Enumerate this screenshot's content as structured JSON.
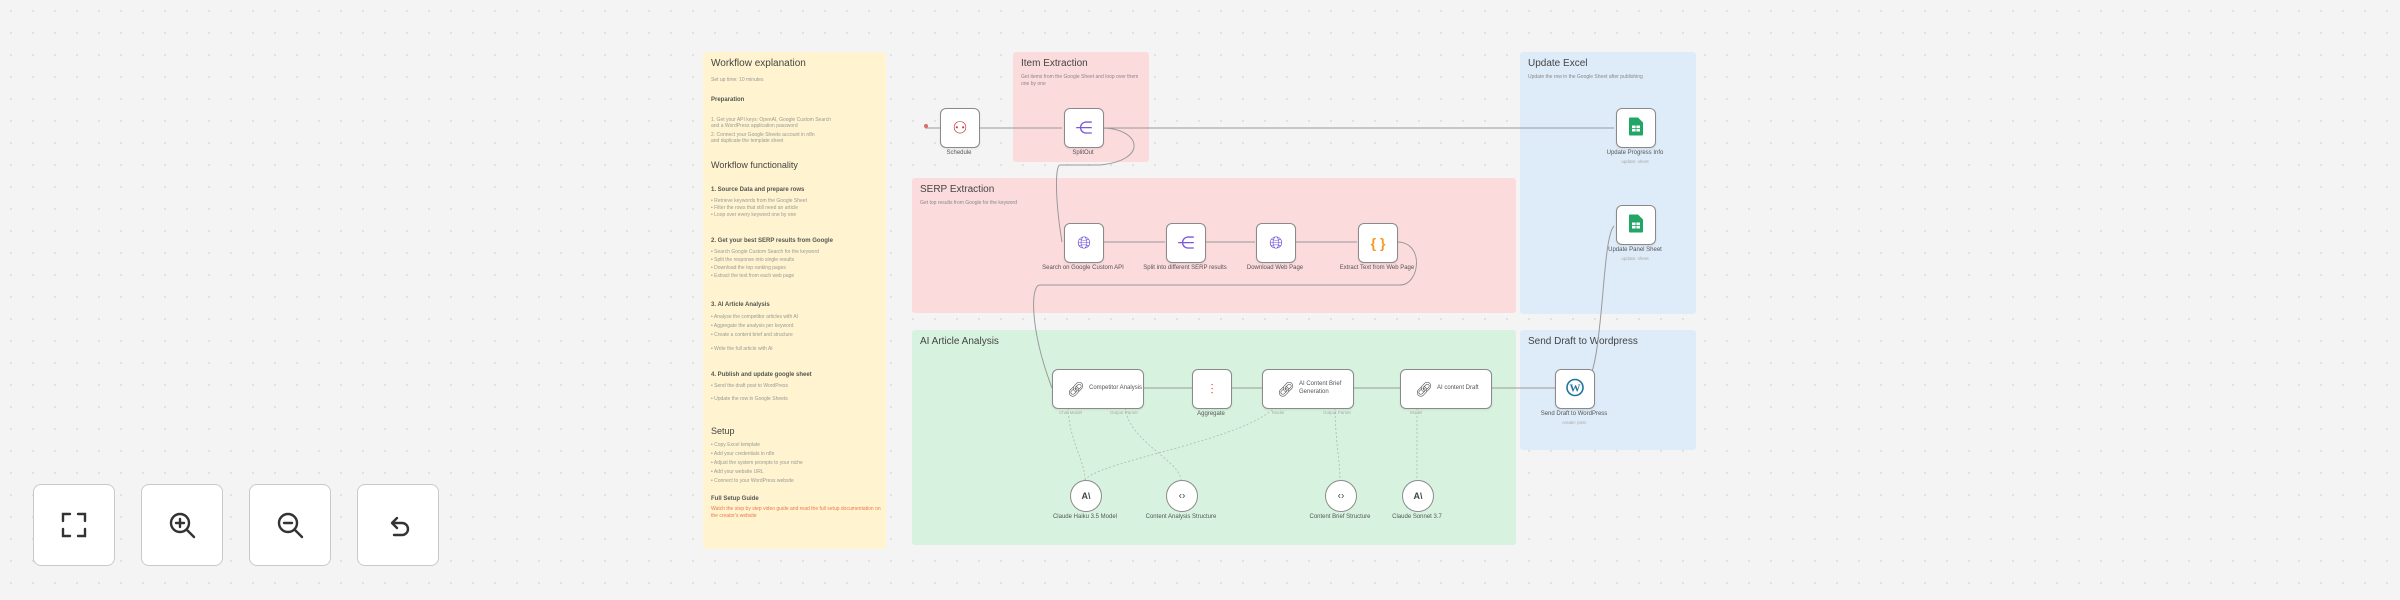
{
  "canvas": {
    "background": "#f4f4f4"
  },
  "note": {
    "title": "Workflow explanation",
    "subtitle": "Set up time: 10 minutes",
    "preparation_heading": "Preparation",
    "preparation_items": [
      "1. Get your API keys: OpenAI, Google Custom Search",
      "   and a WordPress application password",
      "2. Connect your Google Sheets account in n8n",
      "   and duplicate the template sheet"
    ],
    "functionality_title": "Workflow functionality",
    "step1_heading": "1. Source Data and prepare rows",
    "step1_items": [
      "• Retrieve keywords from the Google Sheet",
      "• Filter the rows that still need an article",
      "• Loop over every keyword one by one"
    ],
    "step2_heading": "2. Get your best SERP results from Google",
    "step2_items": [
      "• Search Google Custom Search for the keyword",
      "• Split the response into single results",
      "• Download the top ranking pages",
      "• Extract the text from each web page"
    ],
    "step3_heading": "3. AI Article Analysis",
    "step3_items": [
      "• Analyse the competitor articles with AI",
      "• Aggregate the analysis per keyword",
      "• Create a content brief and structure",
      "• Write the full article with AI"
    ],
    "step4_heading": "4. Publish and update google sheet",
    "step4_items": [
      "• Send the draft post to WordPress",
      "• Update the row in Google Sheets"
    ],
    "setup_title": "Setup",
    "setup_items": [
      "• Copy Excel template",
      "• Add your credentials in n8n",
      "• Adjust the system prompts to your niche",
      "• Add your website URL",
      "• Connect to your WordPress website"
    ],
    "guide_heading": "Full Setup Guide",
    "guide_link": "Watch the step by step video guide and read the full setup documentation on the creator's website"
  },
  "groups": {
    "item_extraction": {
      "title": "Item Extraction",
      "desc": "Get items from the Google Sheet and loop over them one by one"
    },
    "serp_extraction": {
      "title": "SERP Extraction",
      "desc": "Get top results from Google for the keyword"
    },
    "ai_analysis": {
      "title": "AI Article Analysis"
    },
    "update_excel": {
      "title": "Update Excel",
      "desc": "Update the row in the Google Sheet after publishing"
    },
    "send_draft": {
      "title": "Send Draft to Wordpress"
    }
  },
  "nodes": {
    "schedule": {
      "label": "Schedule"
    },
    "splitout": {
      "label": "SplitOut"
    },
    "search_google": {
      "label": "Search on Google Custom API"
    },
    "split_serp": {
      "label": "Split into different SERP results"
    },
    "download_page": {
      "label": "Download Web Page"
    },
    "extract_text": {
      "label": "Extract Text from Web Page"
    },
    "competitor_analysis": {
      "label": "Competitor Analysis"
    },
    "aggregate": {
      "label": "Aggregate"
    },
    "content_brief": {
      "label": "AI Content Brief Generation"
    },
    "ai_content_draft": {
      "label": "AI content Draft"
    },
    "update_progress": {
      "label": "Update Progress Info",
      "sub": "update: sheet"
    },
    "update_panel": {
      "label": "Update Panel Sheet",
      "sub": "update: sheet"
    },
    "send_wordpress": {
      "label": "Send Draft to WordPress",
      "sub": "create: post"
    }
  },
  "subnodes": {
    "claude_haiku": {
      "label": "Claude Haiku 3.5 Model"
    },
    "content_structure": {
      "label": "Content Analysis Structure"
    },
    "content_brief_structure": {
      "label": "Content Brief Structure"
    },
    "claude_sonnet": {
      "label": "Claude Sonnet 3.7"
    }
  },
  "ports": {
    "chat_model": "Chat Model",
    "output_parser": "Output Parser",
    "model": "Model",
    "parser": "Parser"
  },
  "icons": {
    "schedule": "people-icon",
    "splitout": "split-icon",
    "http": "globe-icon",
    "code": "braces-icon",
    "chain": "chain-icon",
    "sheets": "google-sheets-icon",
    "wordpress": "wordpress-icon",
    "model": "anthropic-icon",
    "parser": "code-icon"
  },
  "colors": {
    "note": "#fff4cf",
    "red_group": "#fcdbdd",
    "green_group": "#d7f3df",
    "blue_group": "#deebf8",
    "sheets_green": "#23a566",
    "wordpress_blue": "#21759b",
    "http_purple": "#6b4bd6",
    "splitout_purple": "#7a55e0",
    "aggregate_red": "#e55050",
    "code_orange": "#f39a1d"
  },
  "controls": {
    "fullscreen": "fullscreen",
    "zoom_in": "zoom-in",
    "zoom_out": "zoom-out",
    "reset": "reset"
  }
}
